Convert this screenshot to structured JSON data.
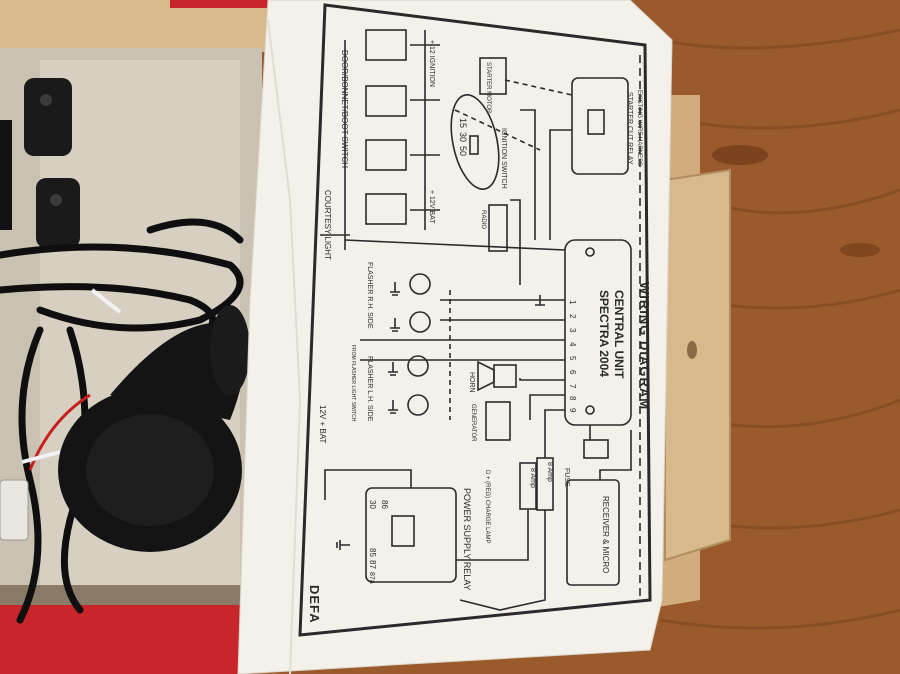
{
  "diagram": {
    "title": "WIRING DIAGRAM",
    "central_unit_line1": "CENTRAL UNIT",
    "central_unit_line2": "SPECTRA 2004",
    "pins": [
      "1",
      "2",
      "3",
      "4",
      "5",
      "6",
      "7",
      "8",
      "9"
    ],
    "receiver": "RECEIVER & MICRO",
    "fuse": "FUSE",
    "fuse_rating_1": "8 Amp",
    "fuse_rating_2": "8 Amp",
    "power_relay": "POWER SUPPLY RELAY",
    "starter_relay": "STARTER CUT RELAY",
    "relay_terminals": [
      "30",
      "86",
      "85",
      "87",
      "87a"
    ],
    "ignition_switch": "IGNITION SWITCH",
    "ignition_terminals": [
      "15",
      "30",
      "50"
    ],
    "starter_motor": "STARTER MOTOR",
    "plus_12v_ignition": "+ 12 IGNITION",
    "plus_12v_bat": "+ 12V BAT",
    "door_switch": "DOOR/BONNET/BOOT SWITCH",
    "courtesy_light": "COURTESY LIGHT",
    "radio": "RADIO",
    "flasher_rh": "FLASHER R.H. SIDE",
    "flasher_lh": "FLASHER L.H. SIDE",
    "flasher_light_switch": "FROM FLASHER LIGHT SWITCH",
    "horn": "HORN",
    "generator": "GENERATOR",
    "charge_lamp": "D + (REG) CHARGE LAMP",
    "bat_12v": "12V + BAT",
    "extra_harness": "EXISTING WIRE HARNESS",
    "brand": "DEFA"
  },
  "colors": {
    "wood": "#9a5a2c",
    "paper": "#f3f1ea",
    "ink": "#2a2a2a",
    "horn": "#141414",
    "box_red": "#c8262a"
  }
}
